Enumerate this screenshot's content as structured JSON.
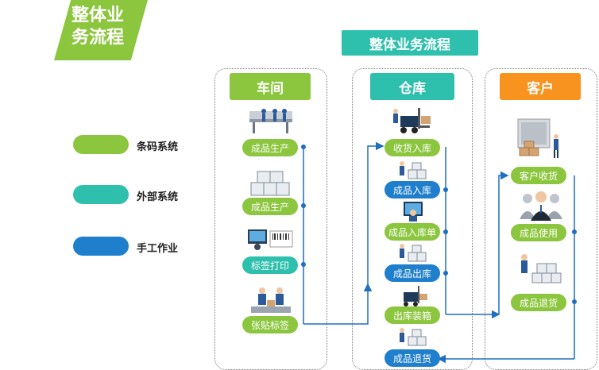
{
  "corner_title": [
    "整体业",
    "务流程"
  ],
  "main_title": "整体业务流程",
  "legend": [
    {
      "label": "条码系统",
      "color": "#8cc63f"
    },
    {
      "label": "外部系统",
      "color": "#2ebfad"
    },
    {
      "label": "手工作业",
      "color": "#1f7fcc"
    }
  ],
  "columns": {
    "workshop": {
      "title": "车间",
      "color": "#8cc63f"
    },
    "warehouse": {
      "title": "仓库",
      "color": "#2ebfad"
    },
    "customer": {
      "title": "客户",
      "color": "#f7931e"
    }
  },
  "workshop_steps": [
    "成品生产",
    "成品生产",
    "标签打印",
    "张贴标签"
  ],
  "warehouse_steps": [
    "收货入库",
    "成品入库",
    "成品入库单",
    "成品出库",
    "出库装箱",
    "成品退货"
  ],
  "customer_steps": [
    "客户收货",
    "成品使用",
    "成品退货"
  ],
  "icons": [
    "production-line-icon",
    "boxes-icon",
    "label-printer-icon",
    "workers-icon",
    "forklift-icon",
    "worker-scanning-icon",
    "computer-operator-icon",
    "truck-unloading-icon",
    "business-people-icon"
  ]
}
